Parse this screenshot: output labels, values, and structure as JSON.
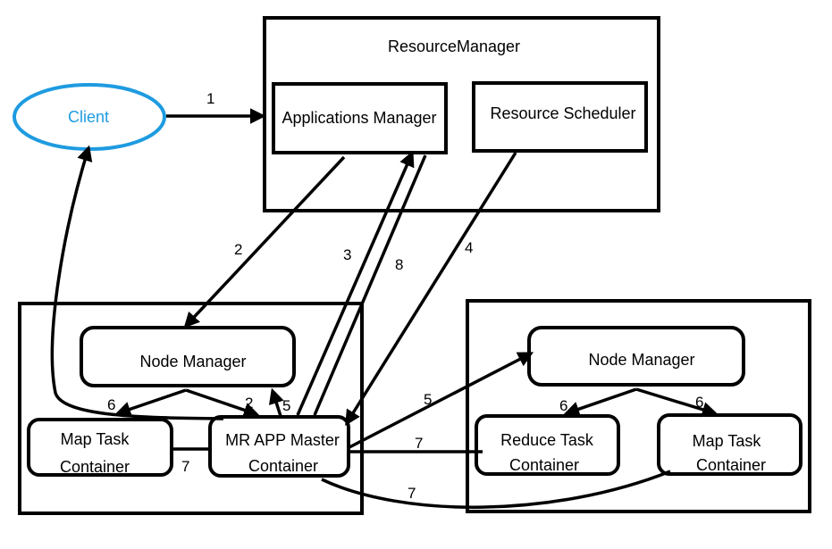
{
  "colors": {
    "client": "#1e9be0",
    "stroke": "#000000",
    "background": "#ffffff"
  },
  "resource_manager": {
    "title": "ResourceManager",
    "applications_manager": "Applications Manager",
    "resource_scheduler": "Resource Scheduler"
  },
  "client": {
    "label": "Client"
  },
  "node_left": {
    "node_manager": "Node Manager",
    "map_task": {
      "line1": "Map Task",
      "line2": "Container"
    },
    "mr_app_master": {
      "line1": "MR APP Master",
      "line2": "Container"
    }
  },
  "node_right": {
    "node_manager": "Node Manager",
    "reduce_task": {
      "line1": "Reduce Task",
      "line2": "Container"
    },
    "map_task": {
      "line1": "Map Task",
      "line2": "Container"
    }
  },
  "step_labels": {
    "s1": "1",
    "s2a": "2",
    "s2b": "2",
    "s3": "3",
    "s4": "4",
    "s5a": "5",
    "s5b": "5",
    "s6a": "6",
    "s6b": "6",
    "s6c": "6",
    "s7a": "7",
    "s7b": "7",
    "s7c": "7",
    "s8": "8"
  }
}
